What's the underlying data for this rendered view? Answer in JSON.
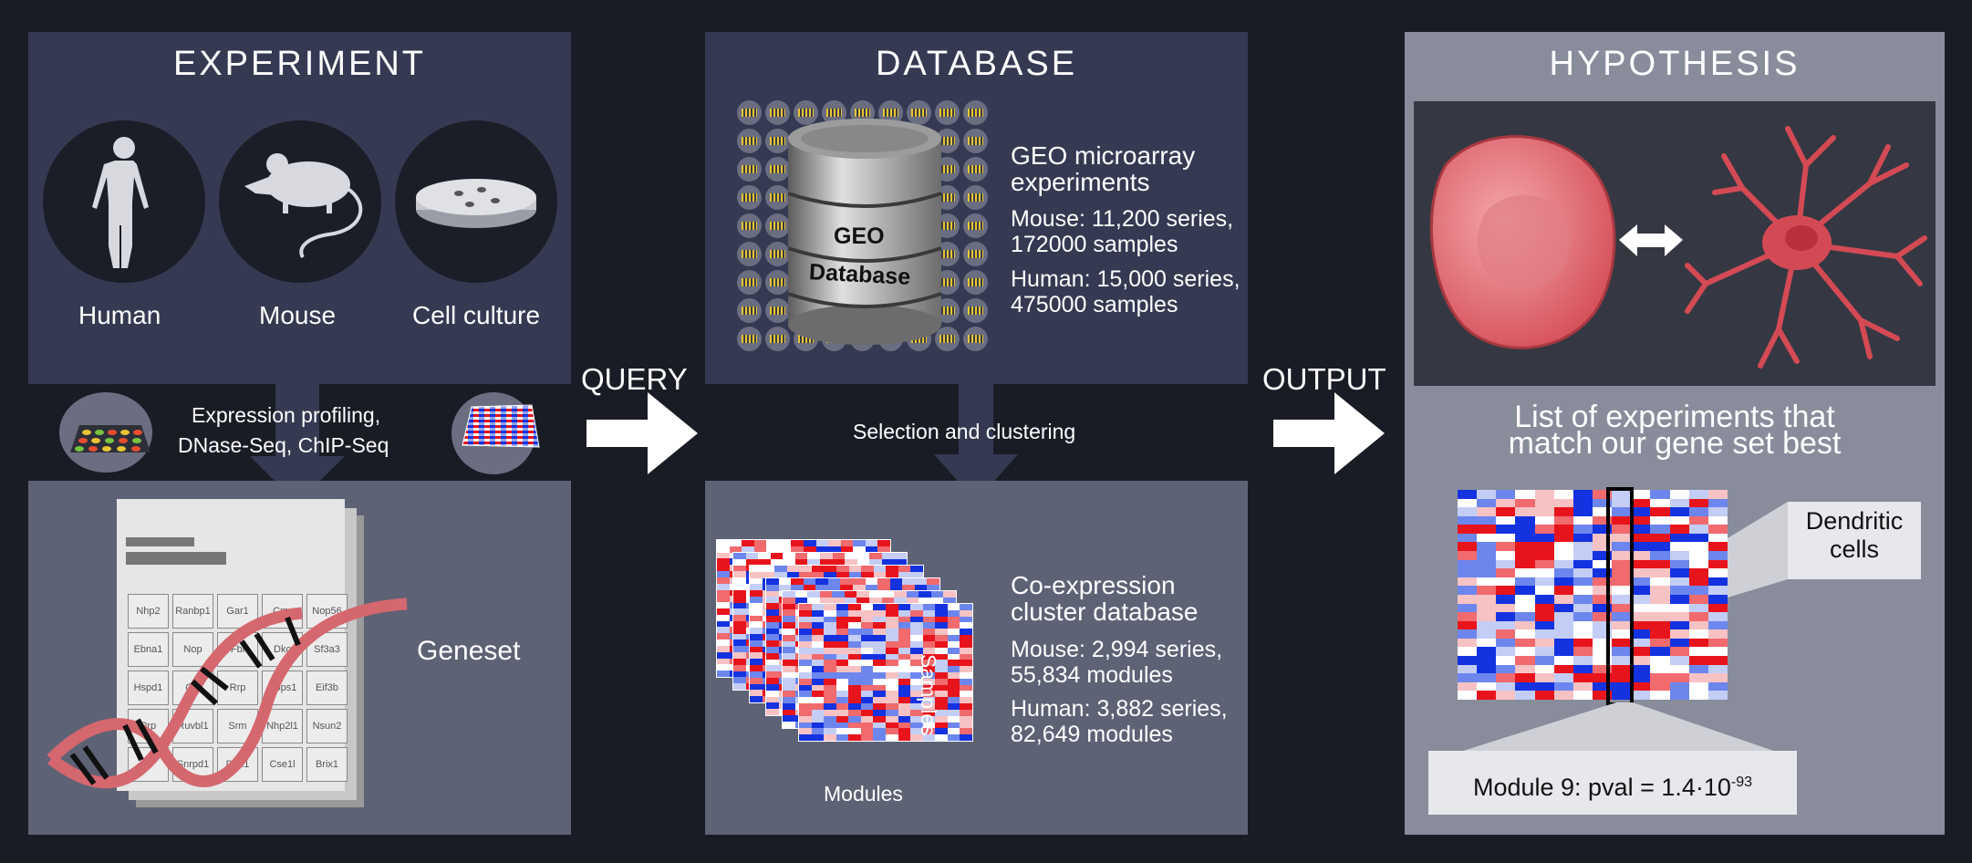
{
  "experiment": {
    "title": "EXPERIMENT",
    "sources": [
      "Human",
      "Mouse",
      "Cell culture"
    ],
    "profiling_label_1": "Expression profiling,",
    "profiling_label_2": "DNase-Seq, ChIP-Seq",
    "geneset_label": "Geneset",
    "genes": [
      "Nhp2",
      "Ranbp1",
      "Gar1",
      "Cmr",
      "Nop56",
      "Ebna1",
      "Nop",
      "Fbl",
      "Dkc",
      "Sf3a3",
      "Hspd1",
      "Cct",
      "Rrp",
      "Cops1",
      "Eif3b",
      "Prp",
      "Ruvbl1",
      "Srm",
      "Nhp2l1",
      "Nsun2",
      "",
      "Snrpd1",
      "Ddx1",
      "Cse1l",
      "Brix1"
    ]
  },
  "arrows": {
    "query_label": "QUERY",
    "output_label": "OUTPUT"
  },
  "database": {
    "title": "DATABASE",
    "cylinder_label_1": "GEO",
    "cylinder_label_2": "Database",
    "geo_heading_1": "GEO microarray",
    "geo_heading_2": "experiments",
    "geo_mouse_1": "Mouse: 11,200 series,",
    "geo_mouse_2": "172000 samples",
    "geo_human_1": "Human: 15,000 series,",
    "geo_human_2": "475000 samples",
    "selection_label": "Selection and clustering",
    "coexp_heading_1": "Co-expression",
    "coexp_heading_2": "cluster database",
    "coexp_mouse_1": "Mouse: 2,994 series,",
    "coexp_mouse_2": "55,834 modules",
    "coexp_human_1": "Human:  3,882 series,",
    "coexp_human_2": "82,649 modules",
    "samples_label": "Samples",
    "modules_label": "Modules"
  },
  "hypothesis": {
    "title": "HYPOTHESIS",
    "list_label_1": "List of experiments that",
    "list_label_2": "match our gene set best",
    "callout_1": "Dendritic",
    "callout_2": "cells",
    "module_label": "Module 9:  pval = 1.4·10",
    "pval_exponent": "-93"
  },
  "colors": {
    "background": "#1a1c25",
    "panel_dark": "#353a52",
    "panel_gray": "#5e6275",
    "panel_light": "#898d9b",
    "heat_red": "#e8141c",
    "heat_blue": "#1432e0",
    "cell_red": "#d44a54"
  }
}
